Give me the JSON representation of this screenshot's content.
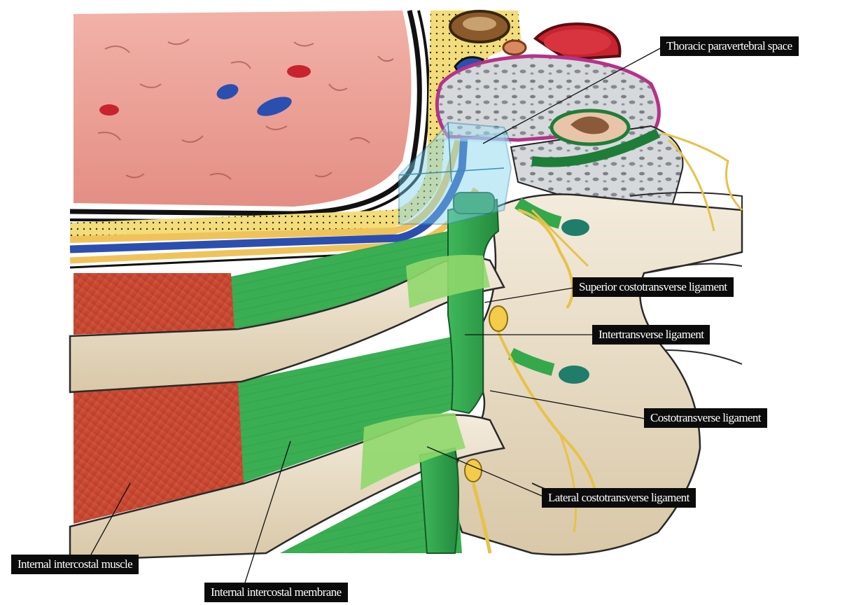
{
  "labels": {
    "thoracic_paravertebral_space": "Thoracic paravertebral space",
    "superior_costotransverse_ligament": "Superior costotransverse ligament",
    "intertransverse_ligament": "Intertransverse ligament",
    "costotransverse_ligament": "Costotransverse ligament",
    "lateral_costotransverse_ligament": "Lateral costotransverse ligament",
    "internal_intercostal_muscle": "Internal intercostal muscle",
    "internal_intercostal_membrane": "Internal intercostal membrane"
  },
  "colors": {
    "lung": "#e79a91",
    "pleura_yellow": "#f3dd7a",
    "ligament_green": "#35a84c",
    "dark_green": "#1f7d3a",
    "muscle_red": "#c8442e",
    "bone": "#e8dcc6",
    "vessel_blue": "#2a4fb0",
    "vessel_red": "#c8232f",
    "nerve": "#e6c24a",
    "paravertebral_box": "#7fd3ef",
    "label_bg": "#0b0b0b",
    "label_text": "#ffffff"
  }
}
